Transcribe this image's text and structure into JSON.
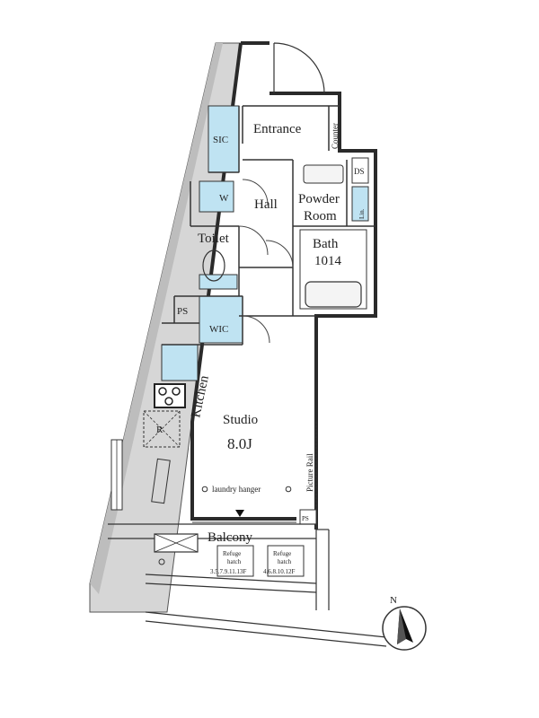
{
  "rooms": {
    "entrance": "Entrance",
    "counter": "Counter",
    "sic": "SIC",
    "ds": "DS",
    "w": "W",
    "hall": "Hall",
    "powder_room_line1": "Powder",
    "powder_room_line2": "Room",
    "lin": "Lin.",
    "toilet": "Toilet",
    "bath_line1": "Bath",
    "bath_line2": "1014",
    "ps_upper": "PS",
    "wic": "WIC",
    "kitchen": "Kitchen",
    "refrigerator": "R",
    "studio": "Studio",
    "studio_size": "8.0J",
    "laundry_hanger": "laundry hanger",
    "picture_rail": "Picture Rail",
    "ps_lower": "PS",
    "balcony": "Balcony"
  },
  "refuge_hatches": [
    {
      "line1": "Refuge",
      "line2": "hatch",
      "floors": "3.5.7.9.11.13F"
    },
    {
      "line1": "Refuge",
      "line2": "hatch",
      "floors": "4.6.8.10.12F"
    }
  ],
  "compass": {
    "north_label": "N"
  },
  "colors": {
    "wall": "#2a2a2a",
    "outer_wall_fill": "#d0d0d0",
    "storage_blue": "#bfe3f2",
    "line": "#333333"
  }
}
